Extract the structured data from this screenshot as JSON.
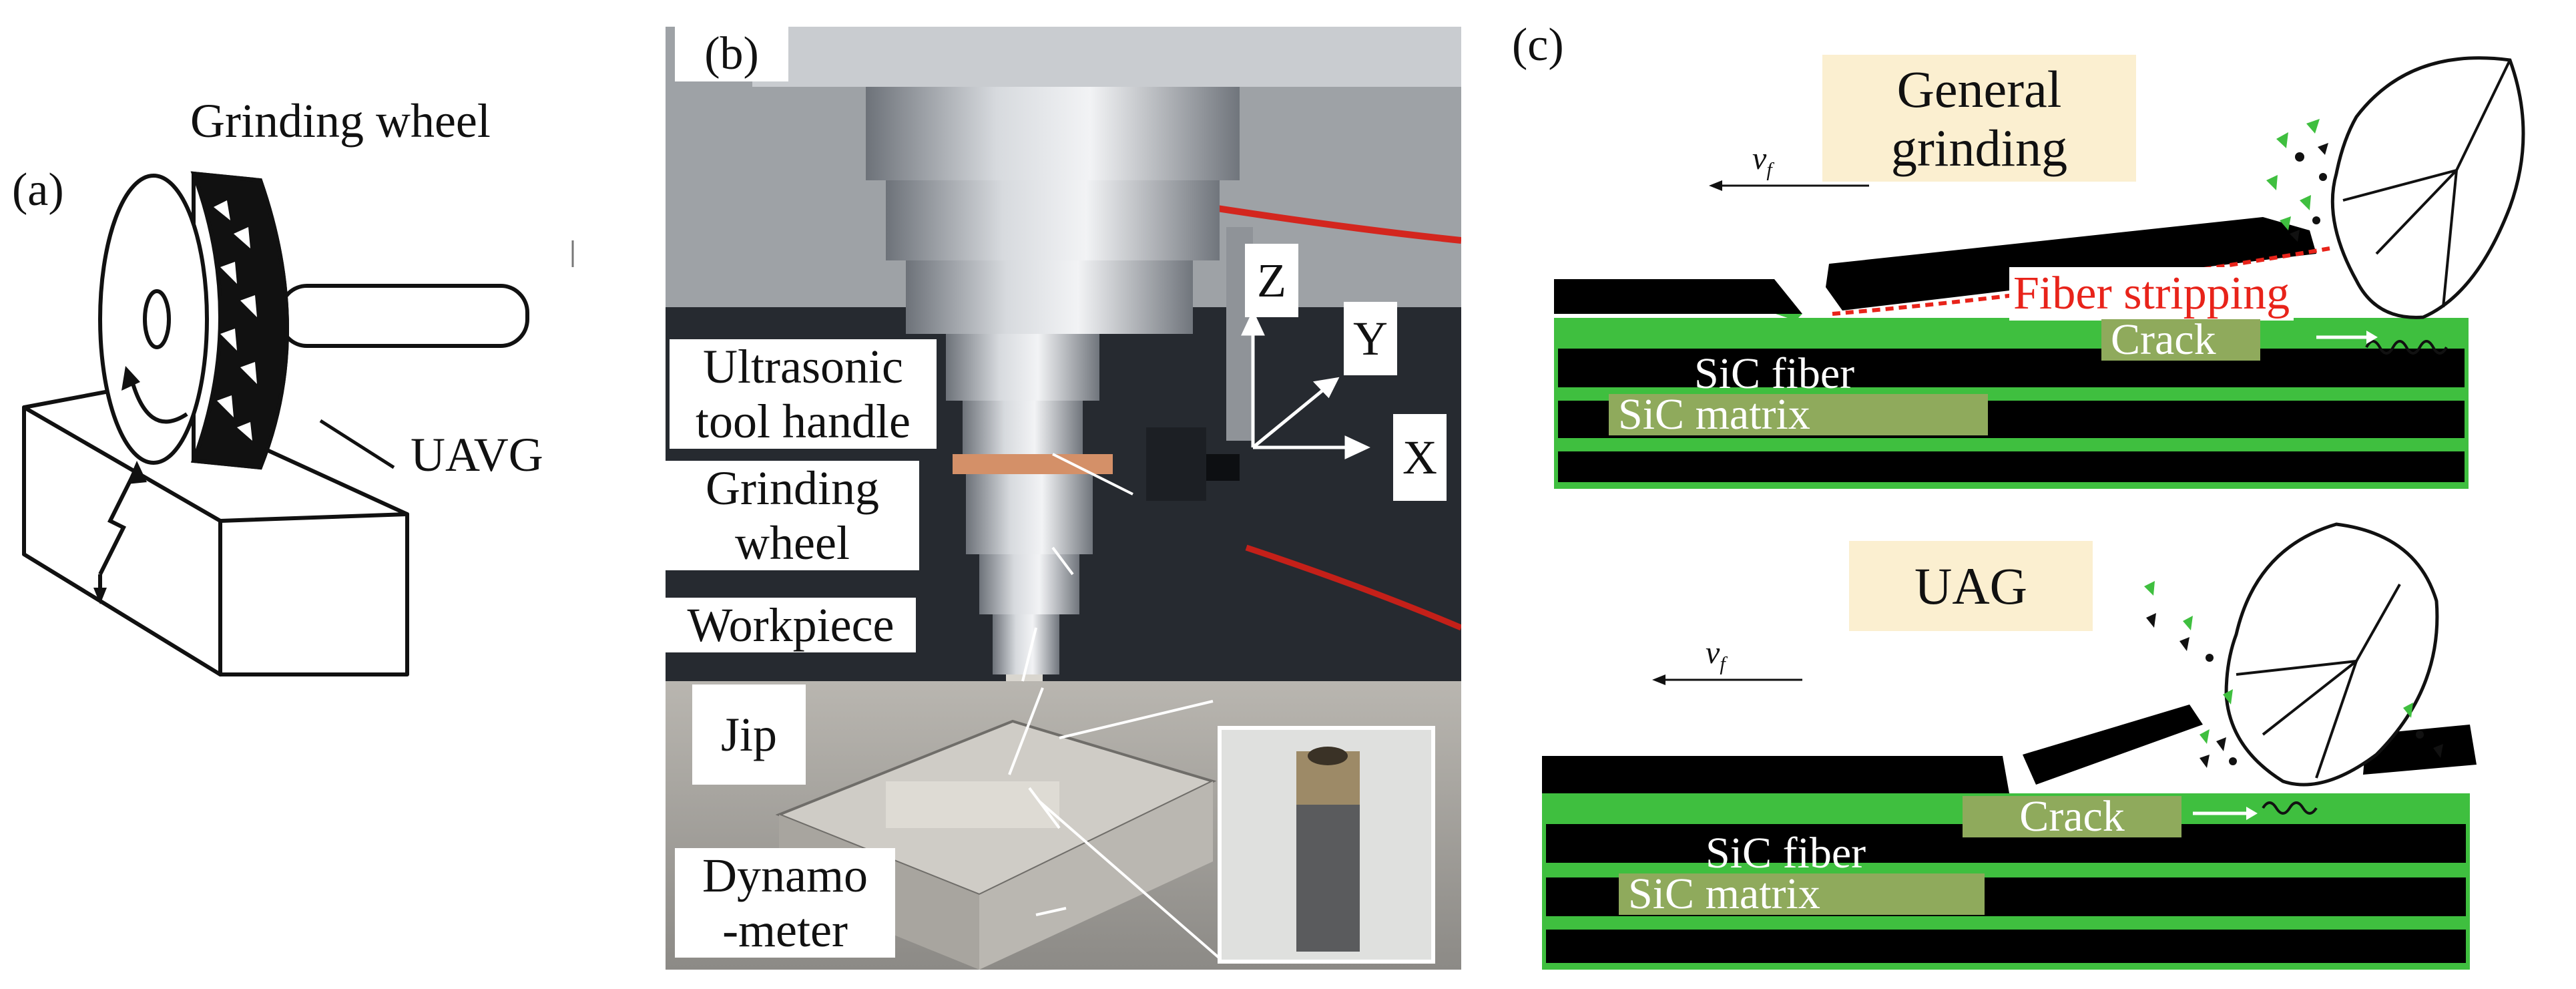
{
  "panels": {
    "a": {
      "letter": "(a)",
      "grinding_wheel_label": "Grinding wheel",
      "uavg_label": "UAVG"
    },
    "b": {
      "letter": "(b)",
      "axis_z": "Z",
      "axis_y": "Y",
      "axis_x": "X",
      "callouts": {
        "tool_handle": [
          "Ultrasonic",
          "tool handle"
        ],
        "grinding_wheel": [
          "Grinding",
          "wheel"
        ],
        "workpiece": "Workpiece",
        "jip": "Jip",
        "dynamometer": [
          "Dynamo",
          "-meter"
        ]
      }
    },
    "c": {
      "letter": "(c)",
      "top": {
        "title": [
          "General",
          "grinding"
        ],
        "feed": "v",
        "feed_sub": "f",
        "fiber_stripping": "Fiber stripping",
        "crack": "Crack",
        "sic_fiber": "SiC fiber",
        "sic_matrix": "SiC matrix"
      },
      "bottom": {
        "title": "UAG",
        "feed": "v",
        "feed_sub": "f",
        "crack": "Crack",
        "sic_fiber": "SiC fiber",
        "sic_matrix": "SiC matrix"
      }
    }
  },
  "colors": {
    "fiber_green": "#3fbf3f",
    "stripping_red": "#e8231a",
    "label_tan": "#fbefd0",
    "label_olive": "#8faa5c"
  }
}
